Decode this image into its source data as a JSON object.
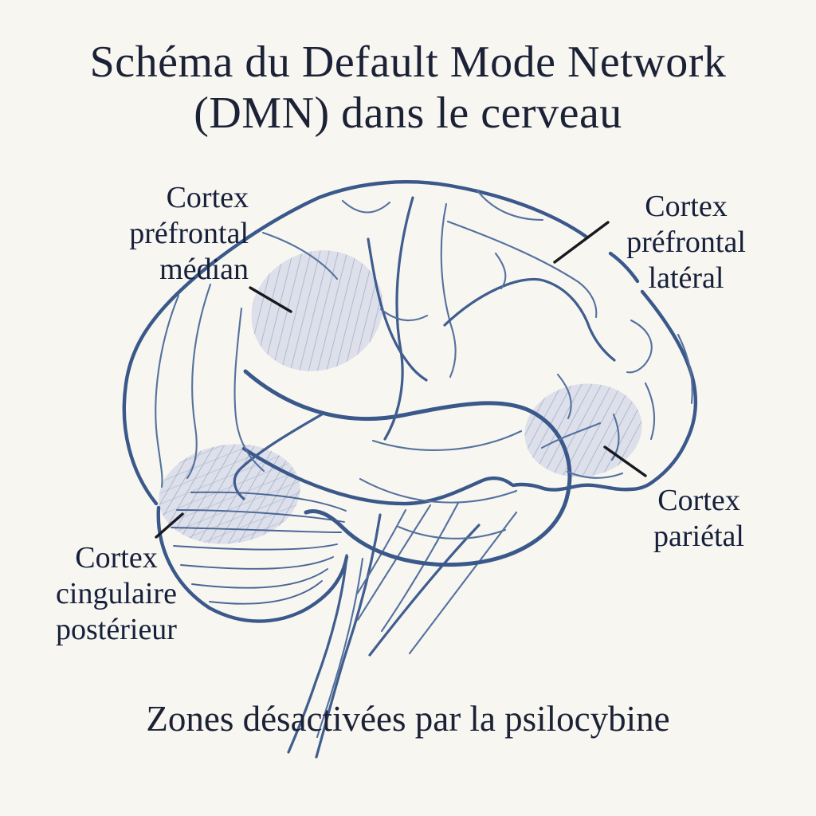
{
  "title": {
    "line1": "Schéma du Default Mode Network",
    "line2": "(DMN) dans le cerveau"
  },
  "caption": "Zones désactivées par la psilocybine",
  "labels": {
    "prefrontal_median": {
      "lines": [
        "Cortex",
        "préfrontal",
        "médian"
      ]
    },
    "prefrontal_lateral": {
      "lines": [
        "Cortex",
        "préfrontal",
        "latéral"
      ]
    },
    "parietal": {
      "lines": [
        "Cortex",
        "pariétal"
      ]
    },
    "cingulaire_posterieur": {
      "lines": [
        "Cortex",
        "cingulaire",
        "postérieur"
      ]
    }
  },
  "regions": [
    {
      "name": "cortex-prefrontal-median",
      "highlighted": true
    },
    {
      "name": "cortex-prefrontal-lateral",
      "highlighted": false
    },
    {
      "name": "cortex-parietal",
      "highlighted": true
    },
    {
      "name": "cortex-cingulaire-posterieur",
      "highlighted": true
    }
  ],
  "colors": {
    "background": "#f8f6f1",
    "line_main": "#3a588a",
    "line_thin": "#54719e",
    "region_fill": "#d9dee9",
    "region_hatch": "#a2afc8",
    "leader_line": "#17191d",
    "text": "#1b2236"
  }
}
